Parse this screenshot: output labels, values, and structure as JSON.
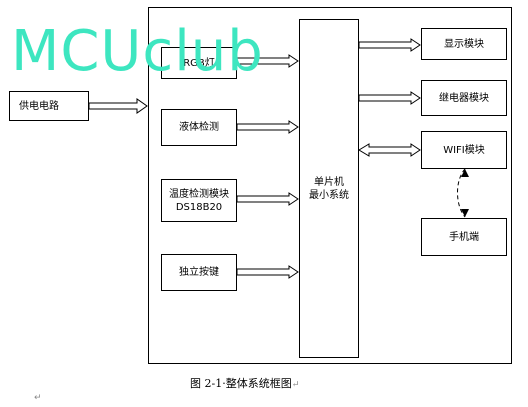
{
  "blocks": {
    "power": "供电电路",
    "rgb": "RGB灯",
    "liquid": "液体检测",
    "temp_line1": "温度检测模块",
    "temp_line2": "DS18B20",
    "button": "独立按键",
    "mcu_line1": "单片机",
    "mcu_line2": "最小系统",
    "display": "显示模块",
    "relay": "继电器模块",
    "wifi": "WIFI模块",
    "phone": "手机端"
  },
  "caption": {
    "text": "图 2-1·整体系统框图",
    "mark": "↵"
  },
  "paragraph_mark": "↵",
  "watermark": "MCUclub",
  "colors": {
    "line": "#000000",
    "watermark": "#3de6c0",
    "format_mark": "#888888"
  }
}
